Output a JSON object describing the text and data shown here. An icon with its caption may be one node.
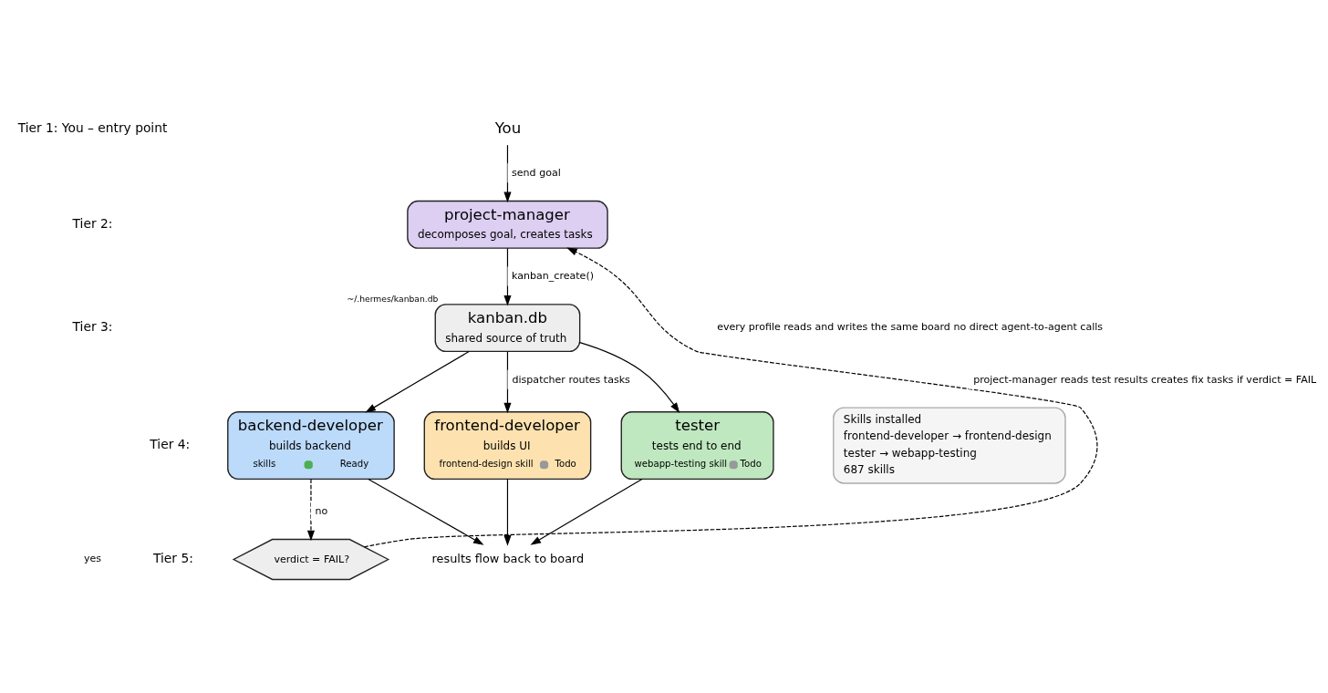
{
  "diagram": {
    "nodes": [
      {
        "text": [
          "You"
        ]
      },
      {
        "text": [
          "project-manager",
          "decomposes goal, creates tasks"
        ]
      },
      {
        "text": [
          "kanban.db",
          "shared source of truth"
        ],
        "beside": [
          "~/.hermes/kanban.db"
        ]
      },
      {
        "text": [
          "backend-developer",
          "builds backend",
          "skills",
          "Ready"
        ]
      },
      {
        "text": [
          "frontend-developer",
          "builds UI",
          "frontend-design skill",
          "Todo"
        ]
      },
      {
        "text": [
          "tester",
          "tests end to end",
          "webapp-testing skill",
          "Todo"
        ]
      },
      {
        "text": [
          "verdict = FAIL?"
        ]
      },
      {
        "text": [
          "results flow back to board"
        ]
      },
      {
        "text": [
          "Skills installed",
          "frontend-developer → frontend-design",
          "tester → webapp-testing",
          "687 skills"
        ]
      }
    ],
    "edges": [
      {
        "from": 0,
        "to": 1,
        "arrow": "to",
        "label": "send goal"
      },
      {
        "from": 1,
        "to": 2,
        "arrow": "to",
        "label": "kanban_create()"
      },
      {
        "from": 2,
        "to": 3,
        "arrow": "to"
      },
      {
        "from": 2,
        "to": 4,
        "arrow": "to",
        "label": "dispatcher routes tasks"
      },
      {
        "from": 2,
        "to": 5,
        "arrow": "to"
      },
      {
        "from": 3,
        "to": 6,
        "arrow": "to",
        "label": "no",
        "style": "dashed"
      },
      {
        "from": 6,
        "to": 1,
        "arrow": "to",
        "label": "project-manager reads test results creates fix tasks if verdict = FAIL",
        "style": "dashed"
      },
      {
        "from": 3,
        "to": 7,
        "arrow": "to"
      },
      {
        "from": 4,
        "to": 7,
        "arrow": "to"
      },
      {
        "from": 5,
        "to": 7,
        "arrow": "to"
      }
    ],
    "labels": [
      "Tier 1: You – entry point",
      "Tier 2:",
      "Tier 3:",
      "every profile reads and writes the same board no direct agent-to-agent calls",
      "yes",
      "Tier 4:",
      "Tier 5:"
    ]
  }
}
